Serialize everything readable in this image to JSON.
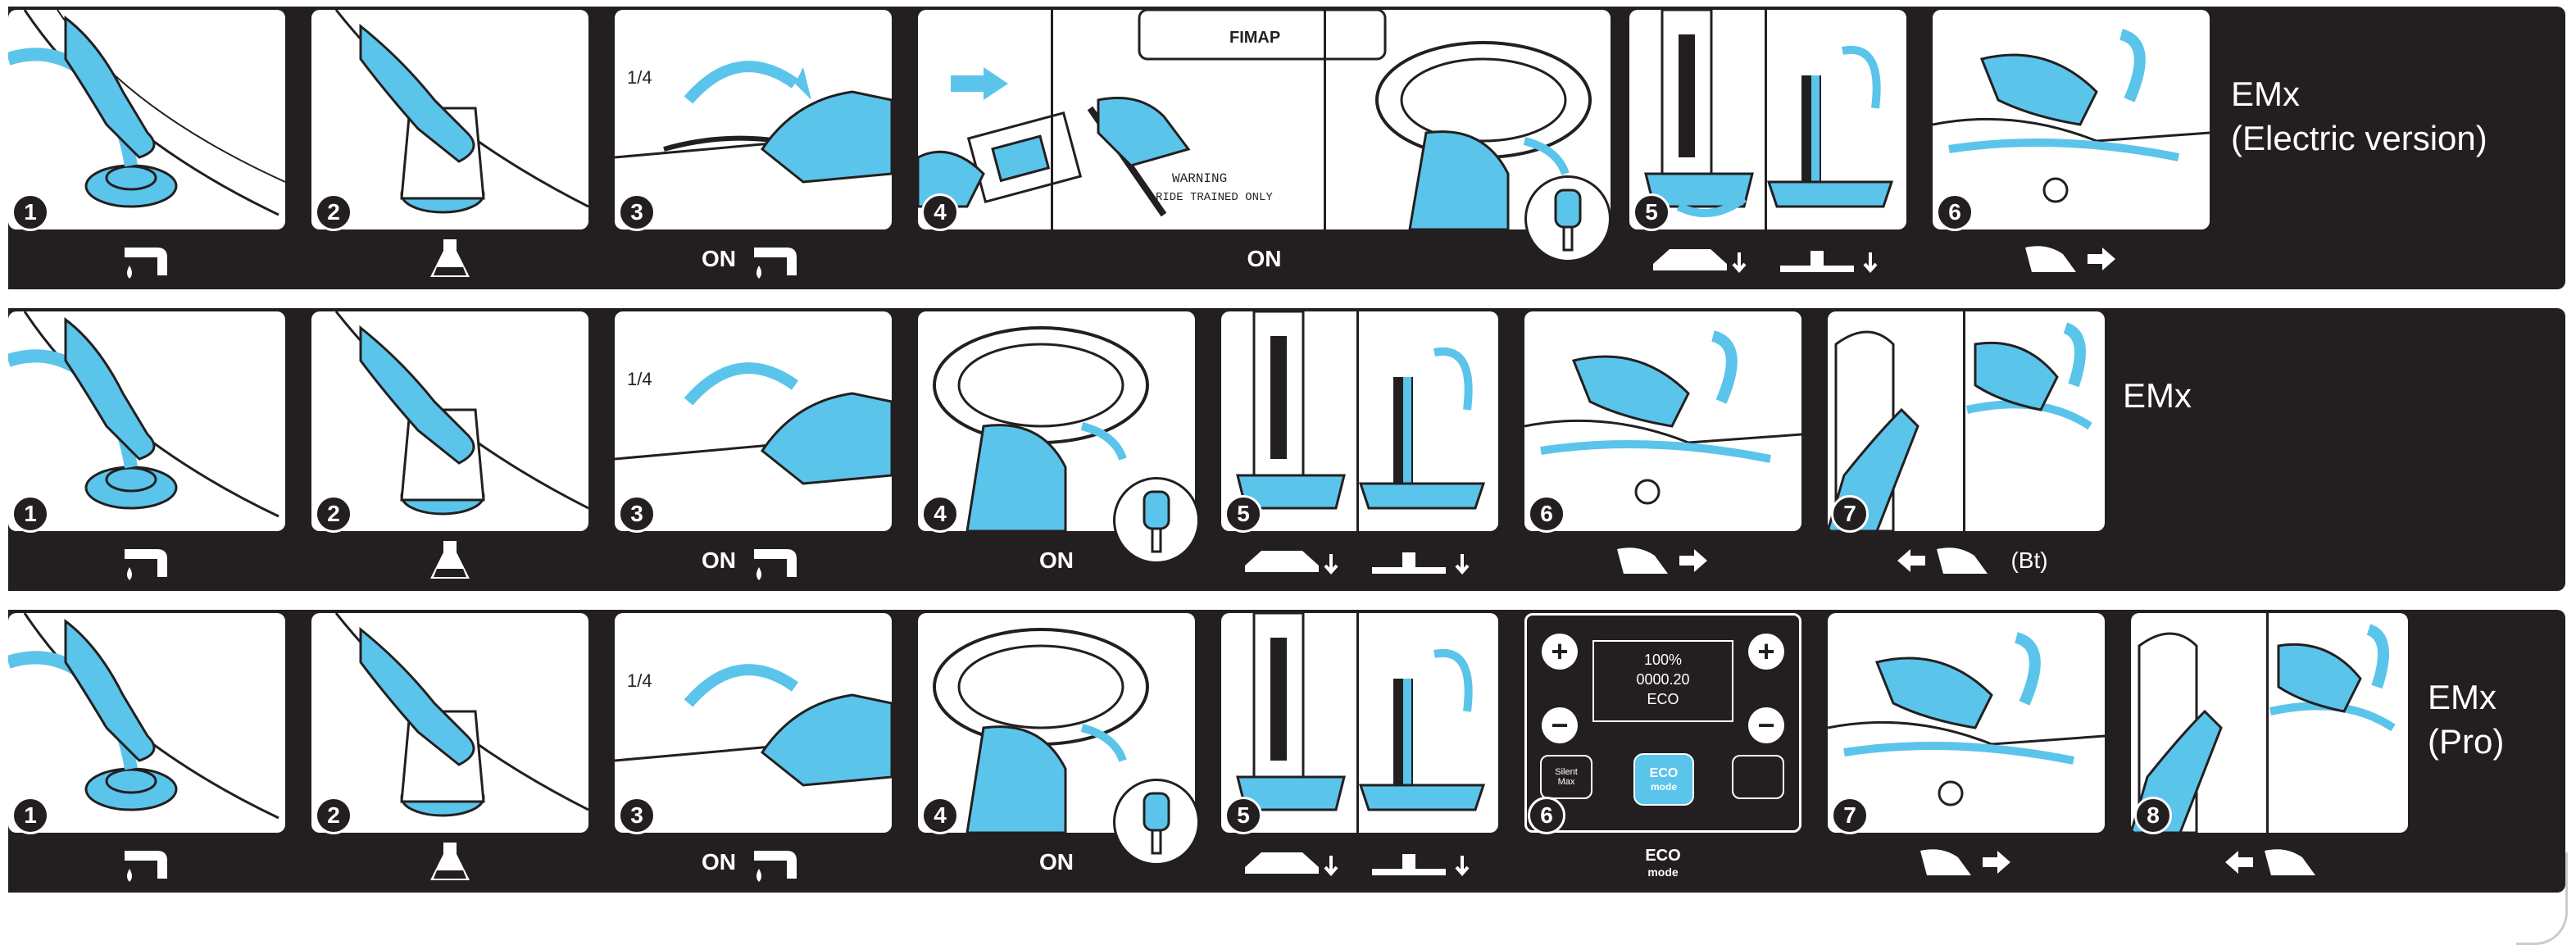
{
  "colors": {
    "band": "#231f20",
    "accent": "#5bc4ea",
    "ink": "#231f20",
    "frame": "#ffffff"
  },
  "rows": [
    {
      "label_lines": [
        "EMx",
        "(Electric version)"
      ],
      "steps": [
        {
          "n": "1",
          "caption": "",
          "icon": "water-tap-icon"
        },
        {
          "n": "2",
          "caption": "",
          "icon": "detergent-flask-icon"
        },
        {
          "n": "3",
          "caption": "ON",
          "icon": "water-tap-icon"
        },
        {
          "n": "4",
          "caption": "ON",
          "icon": "plug-key-icon"
        },
        {
          "n": "5",
          "caption": "",
          "icon": "brush-squeegee-down-icon"
        },
        {
          "n": "6",
          "caption": "",
          "icon": "pedal-forward-icon"
        }
      ]
    },
    {
      "label_lines": [
        "EMx"
      ],
      "steps": [
        {
          "n": "1",
          "caption": "",
          "icon": "water-tap-icon"
        },
        {
          "n": "2",
          "caption": "",
          "icon": "detergent-flask-icon"
        },
        {
          "n": "3",
          "caption": "ON",
          "icon": "water-tap-icon"
        },
        {
          "n": "4",
          "caption": "ON",
          "icon": "key-icon"
        },
        {
          "n": "5",
          "caption": "",
          "icon": "brush-squeegee-down-icon"
        },
        {
          "n": "6",
          "caption": "",
          "icon": "pedal-forward-icon"
        },
        {
          "n": "7",
          "caption": "(Bt)",
          "icon": "pedal-reverse-icon"
        }
      ]
    },
    {
      "label_lines": [
        "EMx",
        "(Pro)"
      ],
      "steps": [
        {
          "n": "1",
          "caption": "",
          "icon": "water-tap-icon"
        },
        {
          "n": "2",
          "caption": "",
          "icon": "detergent-flask-icon"
        },
        {
          "n": "3",
          "caption": "ON",
          "icon": "water-tap-icon"
        },
        {
          "n": "4",
          "caption": "ON",
          "icon": "key-icon"
        },
        {
          "n": "5",
          "caption": "",
          "icon": "brush-squeegee-down-icon"
        },
        {
          "n": "6",
          "caption": "",
          "icon": "eco-mode-icon"
        },
        {
          "n": "7",
          "caption": "",
          "icon": "pedal-forward-icon"
        },
        {
          "n": "8",
          "caption": "",
          "icon": "pedal-reverse-icon"
        }
      ]
    }
  ],
  "display": {
    "plus": "+",
    "minus": "−",
    "battery": "100%",
    "hours": "0000.20",
    "eco": "ECO",
    "silent": "Silent",
    "max": "Max",
    "eco_button": "ECO",
    "eco_button_sub": "mode",
    "eco_caption": "ECO",
    "eco_caption_sub": "mode"
  },
  "plate": {
    "brand": "FIMAP",
    "warning_1": "WARNING",
    "warning_2": "RIDE TRAINED ONLY"
  },
  "valve": {
    "fraction": "1/4"
  }
}
